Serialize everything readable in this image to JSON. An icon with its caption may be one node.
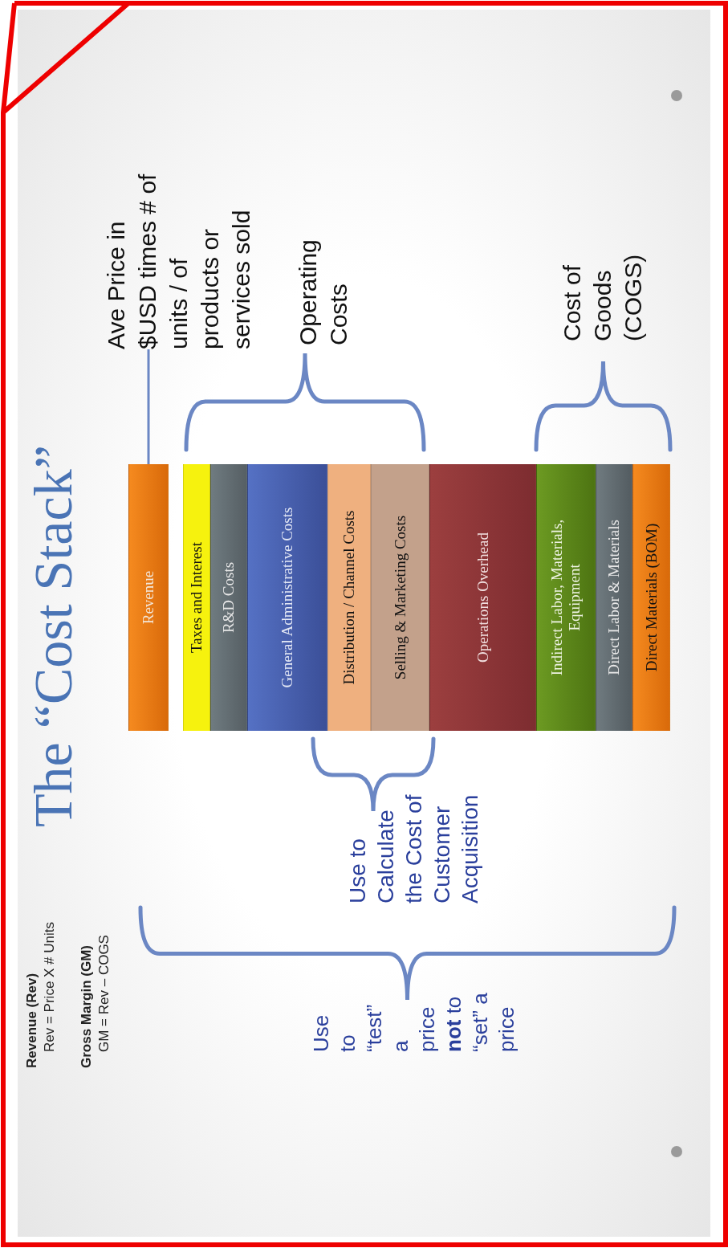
{
  "diagram": {
    "title": "The “Cost Stack”",
    "nodes": [
      {
        "text": [
          "Revenue"
        ]
      },
      {
        "text": [
          "Taxes and Interest"
        ]
      },
      {
        "text": [
          "R&D Costs"
        ]
      },
      {
        "text": [
          "General Administrative Costs"
        ]
      },
      {
        "text": [
          "Distribution / Channel Costs"
        ]
      },
      {
        "text": [
          "Selling & Marketing Costs"
        ]
      },
      {
        "text": [
          "Operations Overhead"
        ]
      },
      {
        "text": [
          "Indirect Labor, Materials, Equipment"
        ]
      },
      {
        "text": [
          "Direct Labor & Materials"
        ]
      },
      {
        "text": [
          "Direct Materials (BOM)"
        ]
      },
      {
        "text": [
          "Ave Price in $USD times # of units / of products or services sold"
        ]
      }
    ],
    "edges": [
      {
        "from": 10,
        "to": 0,
        "arrow": "none"
      }
    ],
    "labels": [
      "Revenue (Rev)",
      "Rev = Price X # Units",
      "Gross Margin (GM)",
      "GM = Rev – COGS",
      "Operating Costs",
      "Cost of Goods (COGS)",
      "Use to Calculate the Cost of Customer Acquisition",
      "Use to “test” a price **not** to “set” a price"
    ]
  }
}
